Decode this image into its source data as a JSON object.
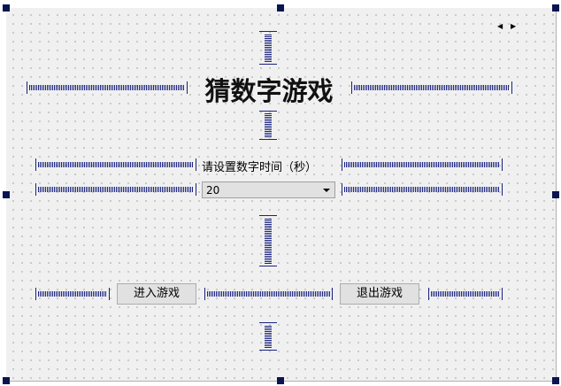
{
  "title": "猜数字游戏",
  "time_label": "请设置数字时间（秒）",
  "time_combo": {
    "value": "20"
  },
  "enter_button": "进入游戏",
  "exit_button": "退出游戏",
  "nav": {
    "prev": "◀",
    "next": "▶"
  }
}
